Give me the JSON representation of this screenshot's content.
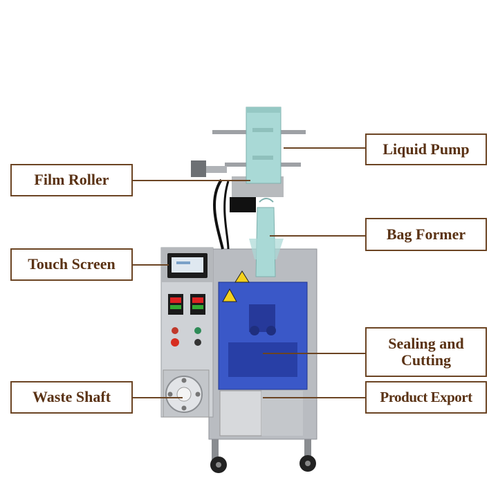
{
  "labels": {
    "liquid_pump": "Liquid Pump",
    "film_roller": "Film Roller",
    "bag_former": "Bag Former",
    "touch_screen": "Touch Screen",
    "sealing_cutting": "Sealing and\nCutting",
    "waste_shaft": "Waste Shaft",
    "product_export": "Product Export"
  },
  "colors": {
    "label_border": "#6b4423",
    "label_text": "#5a3214",
    "stainless": "#c9ccd0",
    "blue_panel": "#2f4fc9",
    "pump_body": "#a9d9d6"
  }
}
